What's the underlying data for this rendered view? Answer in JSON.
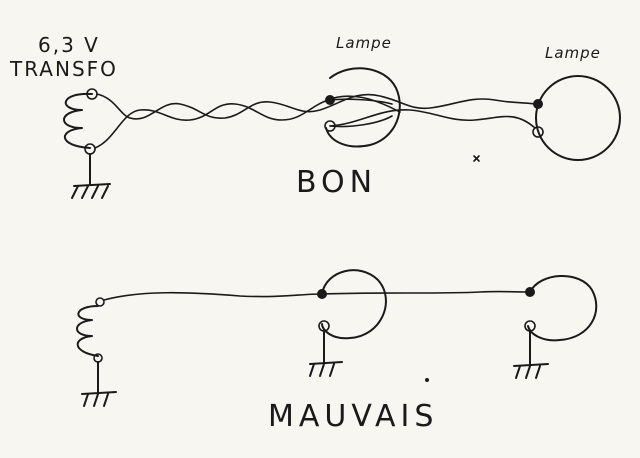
{
  "top": {
    "voltage": "6,3 V",
    "transformer": "TRANSFO",
    "lamp1": "Lampe",
    "lamp2": "Lampe",
    "verdict": "BON"
  },
  "bottom": {
    "verdict": "MAUVAIS"
  },
  "ink_color": "#1a1a1a"
}
